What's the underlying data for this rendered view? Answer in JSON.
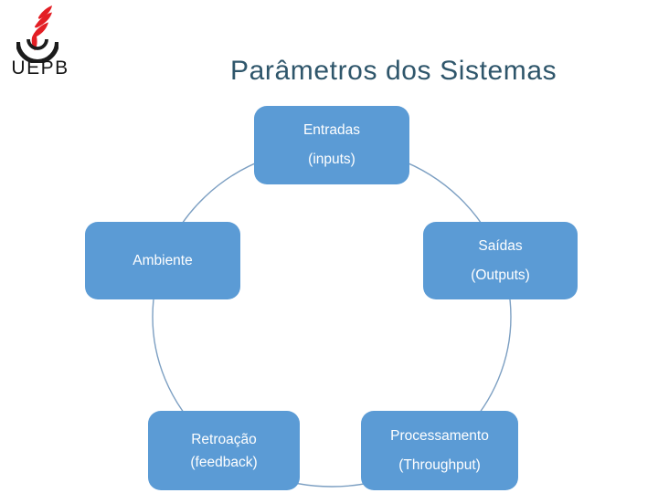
{
  "title": "Parâmetros dos Sistemas",
  "logo": {
    "text": "UEPB",
    "flame_color": "#e31e24",
    "arc_color": "#1c1c1c"
  },
  "theme": {
    "background": "#ffffff",
    "box_fill": "#5b9bd5",
    "box_text": "#ffffff",
    "title_color": "#2f566b",
    "cycle_stroke": "#7c9fc2"
  },
  "diagram": {
    "type": "cycle",
    "nodes": [
      {
        "id": "entradas",
        "line1": "Entradas",
        "line2": "(inputs)"
      },
      {
        "id": "ambiente",
        "line1": "Ambiente",
        "line2": ""
      },
      {
        "id": "saidas",
        "line1": "Saídas",
        "line2": "(Outputs)"
      },
      {
        "id": "retroacao",
        "line1": "Retroação",
        "line2": "(feedback)"
      },
      {
        "id": "processamento",
        "line1": "Processamento",
        "line2": "(Throughput)"
      }
    ]
  }
}
